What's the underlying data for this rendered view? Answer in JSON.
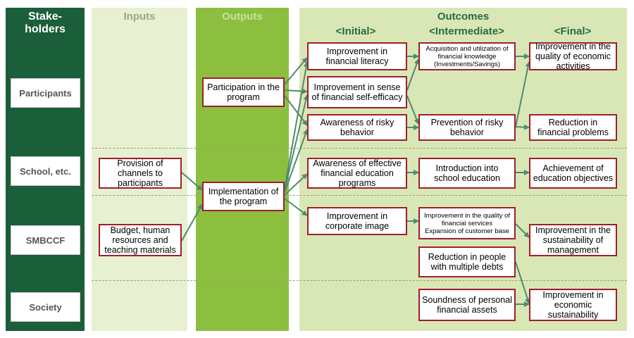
{
  "columns": {
    "stakeholders": "Stake-\nholders",
    "inputs": "Inputs",
    "outputs": "Outputs",
    "outcomes": "Outcomes"
  },
  "stages": {
    "initial": "<Initial>",
    "intermediate": "<Intermediate>",
    "final": "<Final>"
  },
  "stakeholders": [
    "Participants",
    "School, etc.",
    "SMBCCF",
    "Society"
  ],
  "inputs": {
    "channels": "Provision of channels to participants",
    "budget": "Budget, human resources and teaching materials"
  },
  "outputs": {
    "participation": "Participation in the program",
    "implementation": "Implementation of the program"
  },
  "initial": {
    "literacy": "Improvement in financial literacy",
    "efficacy": "Improvement in sense of financial self-efficacy",
    "risky": "Awareness of risky behavior",
    "effective": "Awareness of effective financial education programs",
    "image": "Improvement in corporate image"
  },
  "intermediate": {
    "acquisition": "Acquisition and utilization of financial knowledge (Investments/Savings)",
    "prevention": "Prevention of risky behavior",
    "introduction": "Introduction into school education",
    "quality": "Improvement in the quality of financial services\nExpansion of customer base",
    "debts": "Reduction in people with multiple debts",
    "soundness": "Soundness of personal financial assets"
  },
  "final": {
    "economic_quality": "Improvement in the quality of economic activities",
    "reduction_problems": "Reduction in financial problems",
    "education_objectives": "Achievement of education objectives",
    "sustainability_mgmt": "Improvement in the sustainability of management",
    "economic_sustainability": "Improvement in economic sustainability"
  },
  "colors": {
    "stakeholder_column": "#1b5e3a",
    "inputs_column": "#e8f0d2",
    "outputs_column": "#8cbf3f",
    "outcomes_column": "#d9e7b6",
    "box_border": "#a01e2e",
    "arrow": "#4f8a6e"
  }
}
